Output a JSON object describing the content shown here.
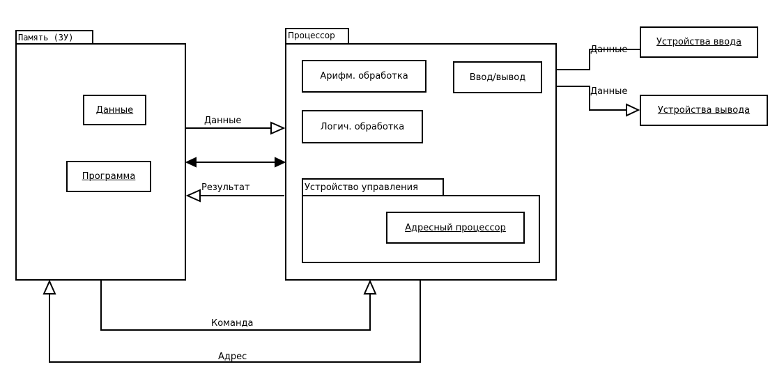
{
  "memory": {
    "title": "Память (ЗУ)",
    "data_label": "Данные",
    "program_label": "Программа"
  },
  "processor": {
    "title": "Процессор",
    "arith_label": "Арифм. обработка",
    "logic_label": "Логич. обработка",
    "io_label": "Ввод/вывод",
    "control_unit": {
      "title": "Устройство управления",
      "address_processor_label": "Адресный процессор"
    }
  },
  "devices": {
    "input_label": "Устройства ввода",
    "output_label": "Устройства вывода"
  },
  "connections": {
    "data_to_processor": "Данные",
    "result_to_memory": "Результат",
    "input_data": "Данные",
    "output_data": "Данные",
    "command": "Команда",
    "address": "Адрес"
  },
  "colors": {
    "line": "#000000",
    "background": "#ffffff"
  }
}
